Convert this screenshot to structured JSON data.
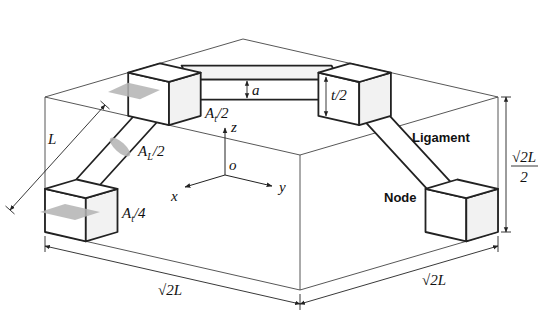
{
  "diagram": {
    "labels": [
      "L",
      "a",
      "t/2",
      "A",
      "t",
      "/2",
      "A",
      "L",
      "/2",
      "z",
      "o",
      "x",
      "y",
      "Ligament",
      "Node",
      "A",
      "t",
      "/4",
      "√2L",
      "√2L",
      "√2L",
      "2"
    ]
  }
}
